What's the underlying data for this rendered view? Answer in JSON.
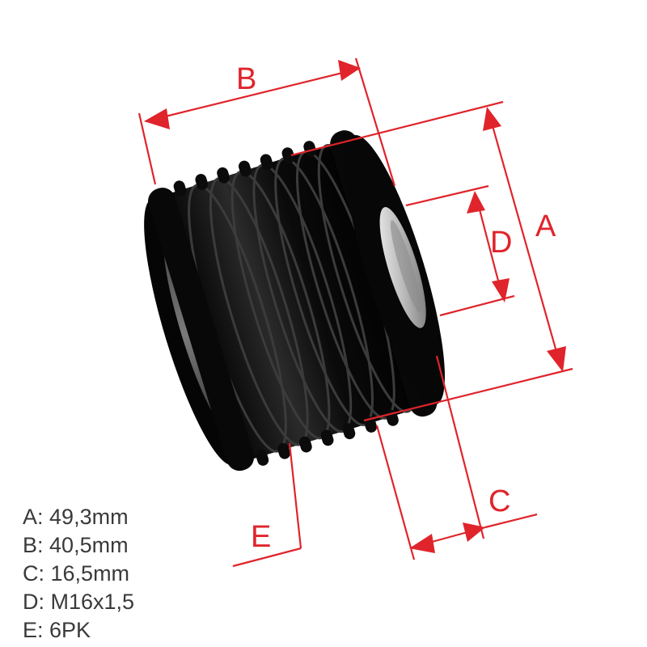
{
  "dimension_labels": {
    "a": "A",
    "b": "B",
    "c": "C",
    "d": "D",
    "e": "E"
  },
  "specs": [
    {
      "key": "A:",
      "value": "49,3mm"
    },
    {
      "key": "B:",
      "value": "40,5mm"
    },
    {
      "key": "C:",
      "value": "16,5mm"
    },
    {
      "key": "D:",
      "value": "M16x1,5"
    },
    {
      "key": "E:",
      "value": "6PK"
    }
  ],
  "colors": {
    "dimension": "#e0242b",
    "pulley_body": "#0b0b0b",
    "pulley_highlight": "#3a3a3a",
    "hub": "#c9c9c9",
    "text": "#3a3a3a"
  }
}
